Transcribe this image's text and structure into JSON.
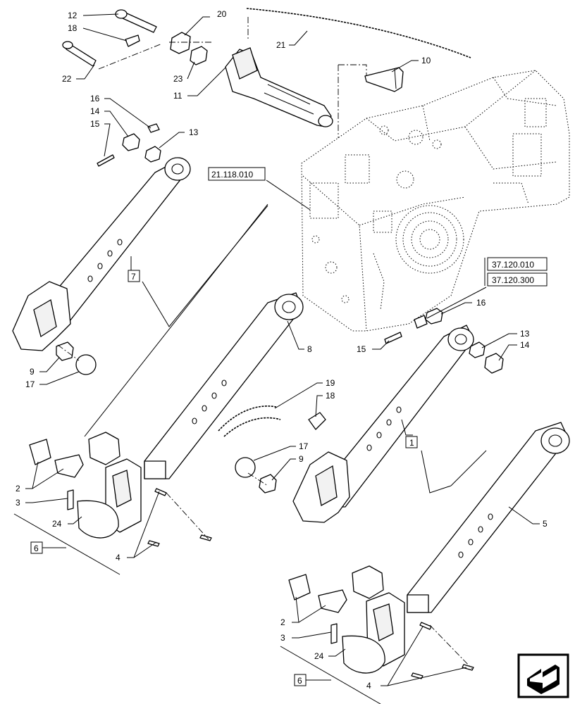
{
  "callouts": {
    "c12": "12",
    "c18a": "18",
    "c22": "22",
    "c20": "20",
    "c23": "23",
    "c11": "11",
    "c21": "21",
    "c10": "10",
    "c16a": "16",
    "c14a": "14",
    "c15a": "15",
    "c13a": "13",
    "c7": "7",
    "c9a": "9",
    "c17a": "17",
    "c8": "8",
    "c19": "19",
    "c18b": "18",
    "c17b": "17",
    "c9b": "9",
    "c2a": "2",
    "c3a": "3",
    "c24a": "24",
    "c6a": "6",
    "c4a": "4",
    "c1": "1",
    "c16b": "16",
    "c15b": "15",
    "c13b": "13",
    "c14b": "14",
    "c5": "5",
    "c2b": "2",
    "c3b": "3",
    "c24b": "24",
    "c6b": "6",
    "c4b": "4"
  },
  "references": {
    "ref_21118": "21.118.010",
    "ref_37120010": "37.120.010",
    "ref_37120300": "37.120.300"
  },
  "nav": {
    "icon": "next-page-arrow-icon"
  }
}
